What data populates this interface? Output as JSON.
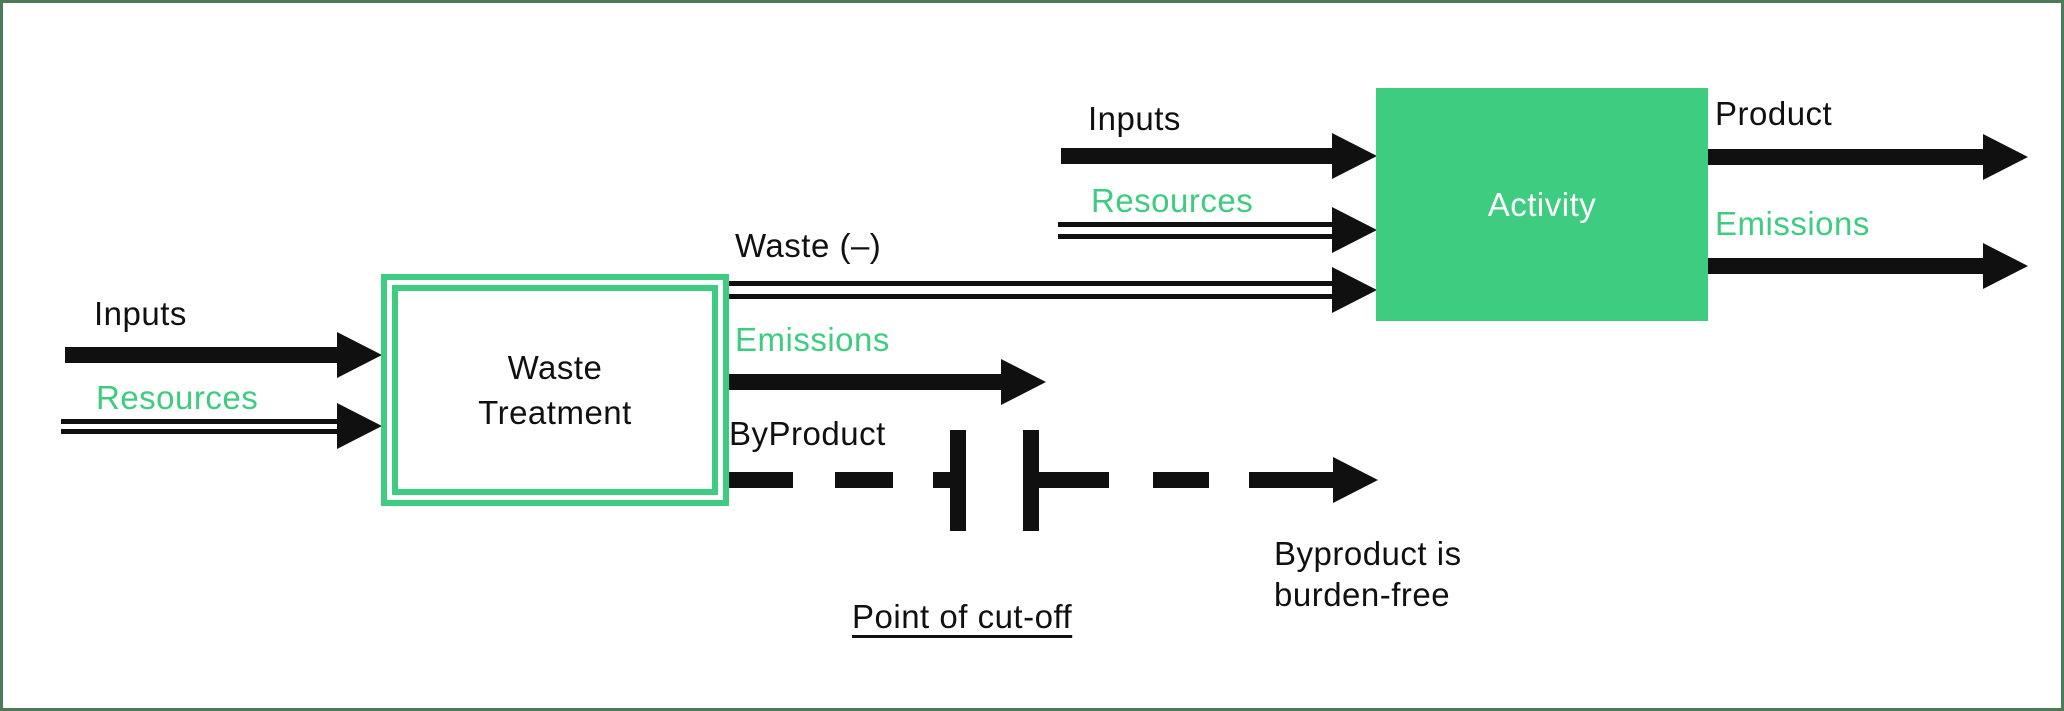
{
  "colors": {
    "green": "#3ECC81",
    "ink": "#101010",
    "frame": "#4E7B57",
    "background": "#FFFFFF",
    "activity_text": "#FFFFFF"
  },
  "waste_treatment_box": {
    "label_line1": "Waste",
    "label_line2": "Treatment"
  },
  "waste_treatment_flows": {
    "inputs_label": "Inputs",
    "resources_label": "Resources",
    "waste_label": "Waste (–)",
    "emissions_label": "Emissions",
    "byproduct_label": "ByProduct"
  },
  "activity_box": {
    "label": "Activity"
  },
  "activity_flows": {
    "inputs_label": "Inputs",
    "resources_label": "Resources",
    "product_label": "Product",
    "emissions_label": "Emissions"
  },
  "annotations": {
    "cutoff_label": "Point of cut-off",
    "byproduct_note_line1": "Byproduct is",
    "byproduct_note_line2": "burden-free"
  }
}
